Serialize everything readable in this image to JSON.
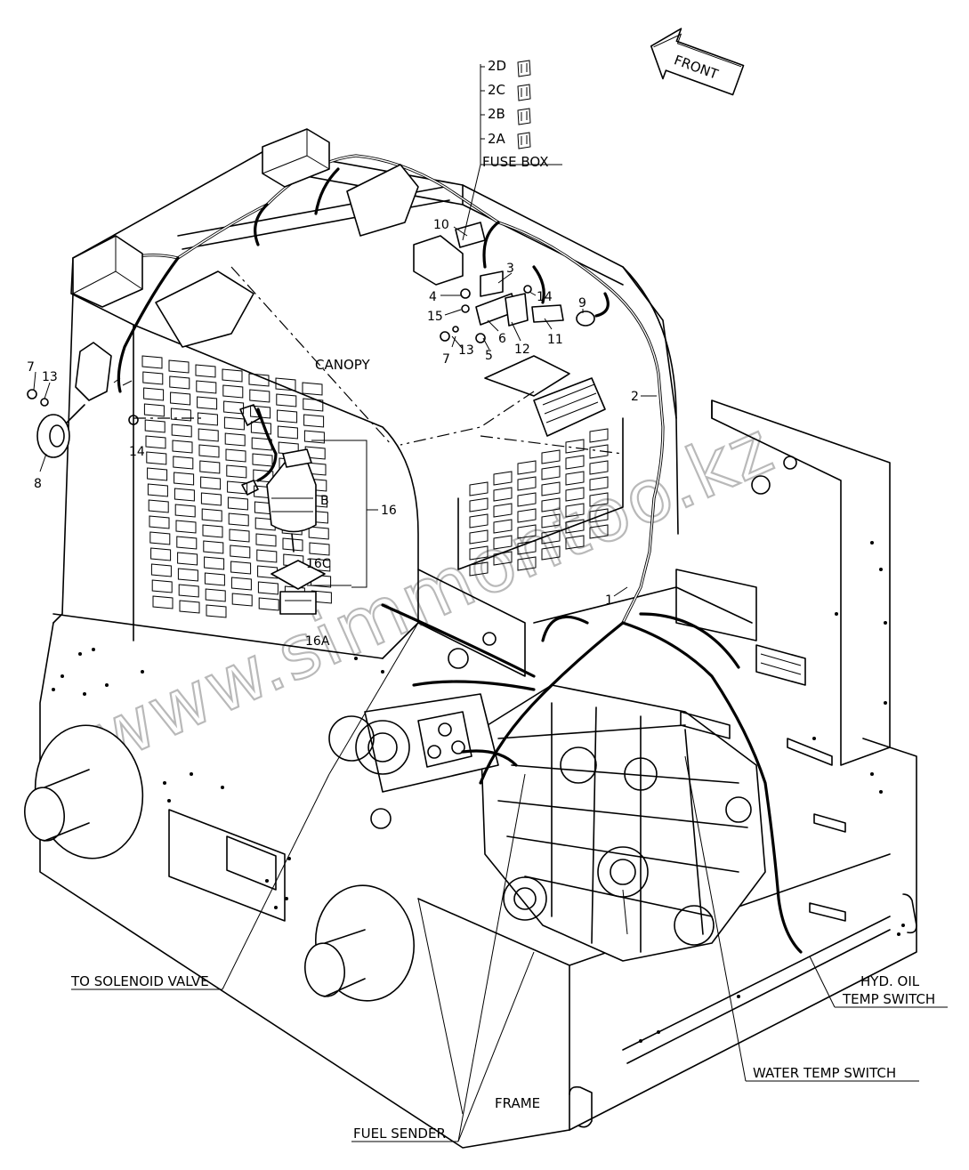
{
  "labels": {
    "front": "FRONT",
    "fuse_box": "FUSE BOX",
    "fuses": [
      "2D",
      "2C",
      "2B",
      "2A"
    ],
    "canopy": "CANOPY",
    "frame": "FRAME",
    "to_solenoid_valve": "TO SOLENOID VALVE",
    "hyd_oil_line1": "HYD. OIL",
    "hyd_oil_line2": "TEMP SWITCH",
    "water_temp_switch": "WATER TEMP SWITCH",
    "fuel_sender": "FUEL SENDER"
  },
  "callouts": {
    "c1": "1",
    "c2": "2",
    "c3": "3",
    "c4": "4",
    "c5": "5",
    "c6": "6",
    "c7a": "7",
    "c7b": "7",
    "c8": "8",
    "c9": "9",
    "c10": "10",
    "c11": "11",
    "c12": "12",
    "c13a": "13",
    "c13b": "13",
    "c14a": "14",
    "c14b": "14",
    "c15": "15",
    "c16": "16",
    "c16a": "16A",
    "c16b": "B",
    "c16c": "16C"
  },
  "watermark": "www.simmontoo.kz"
}
